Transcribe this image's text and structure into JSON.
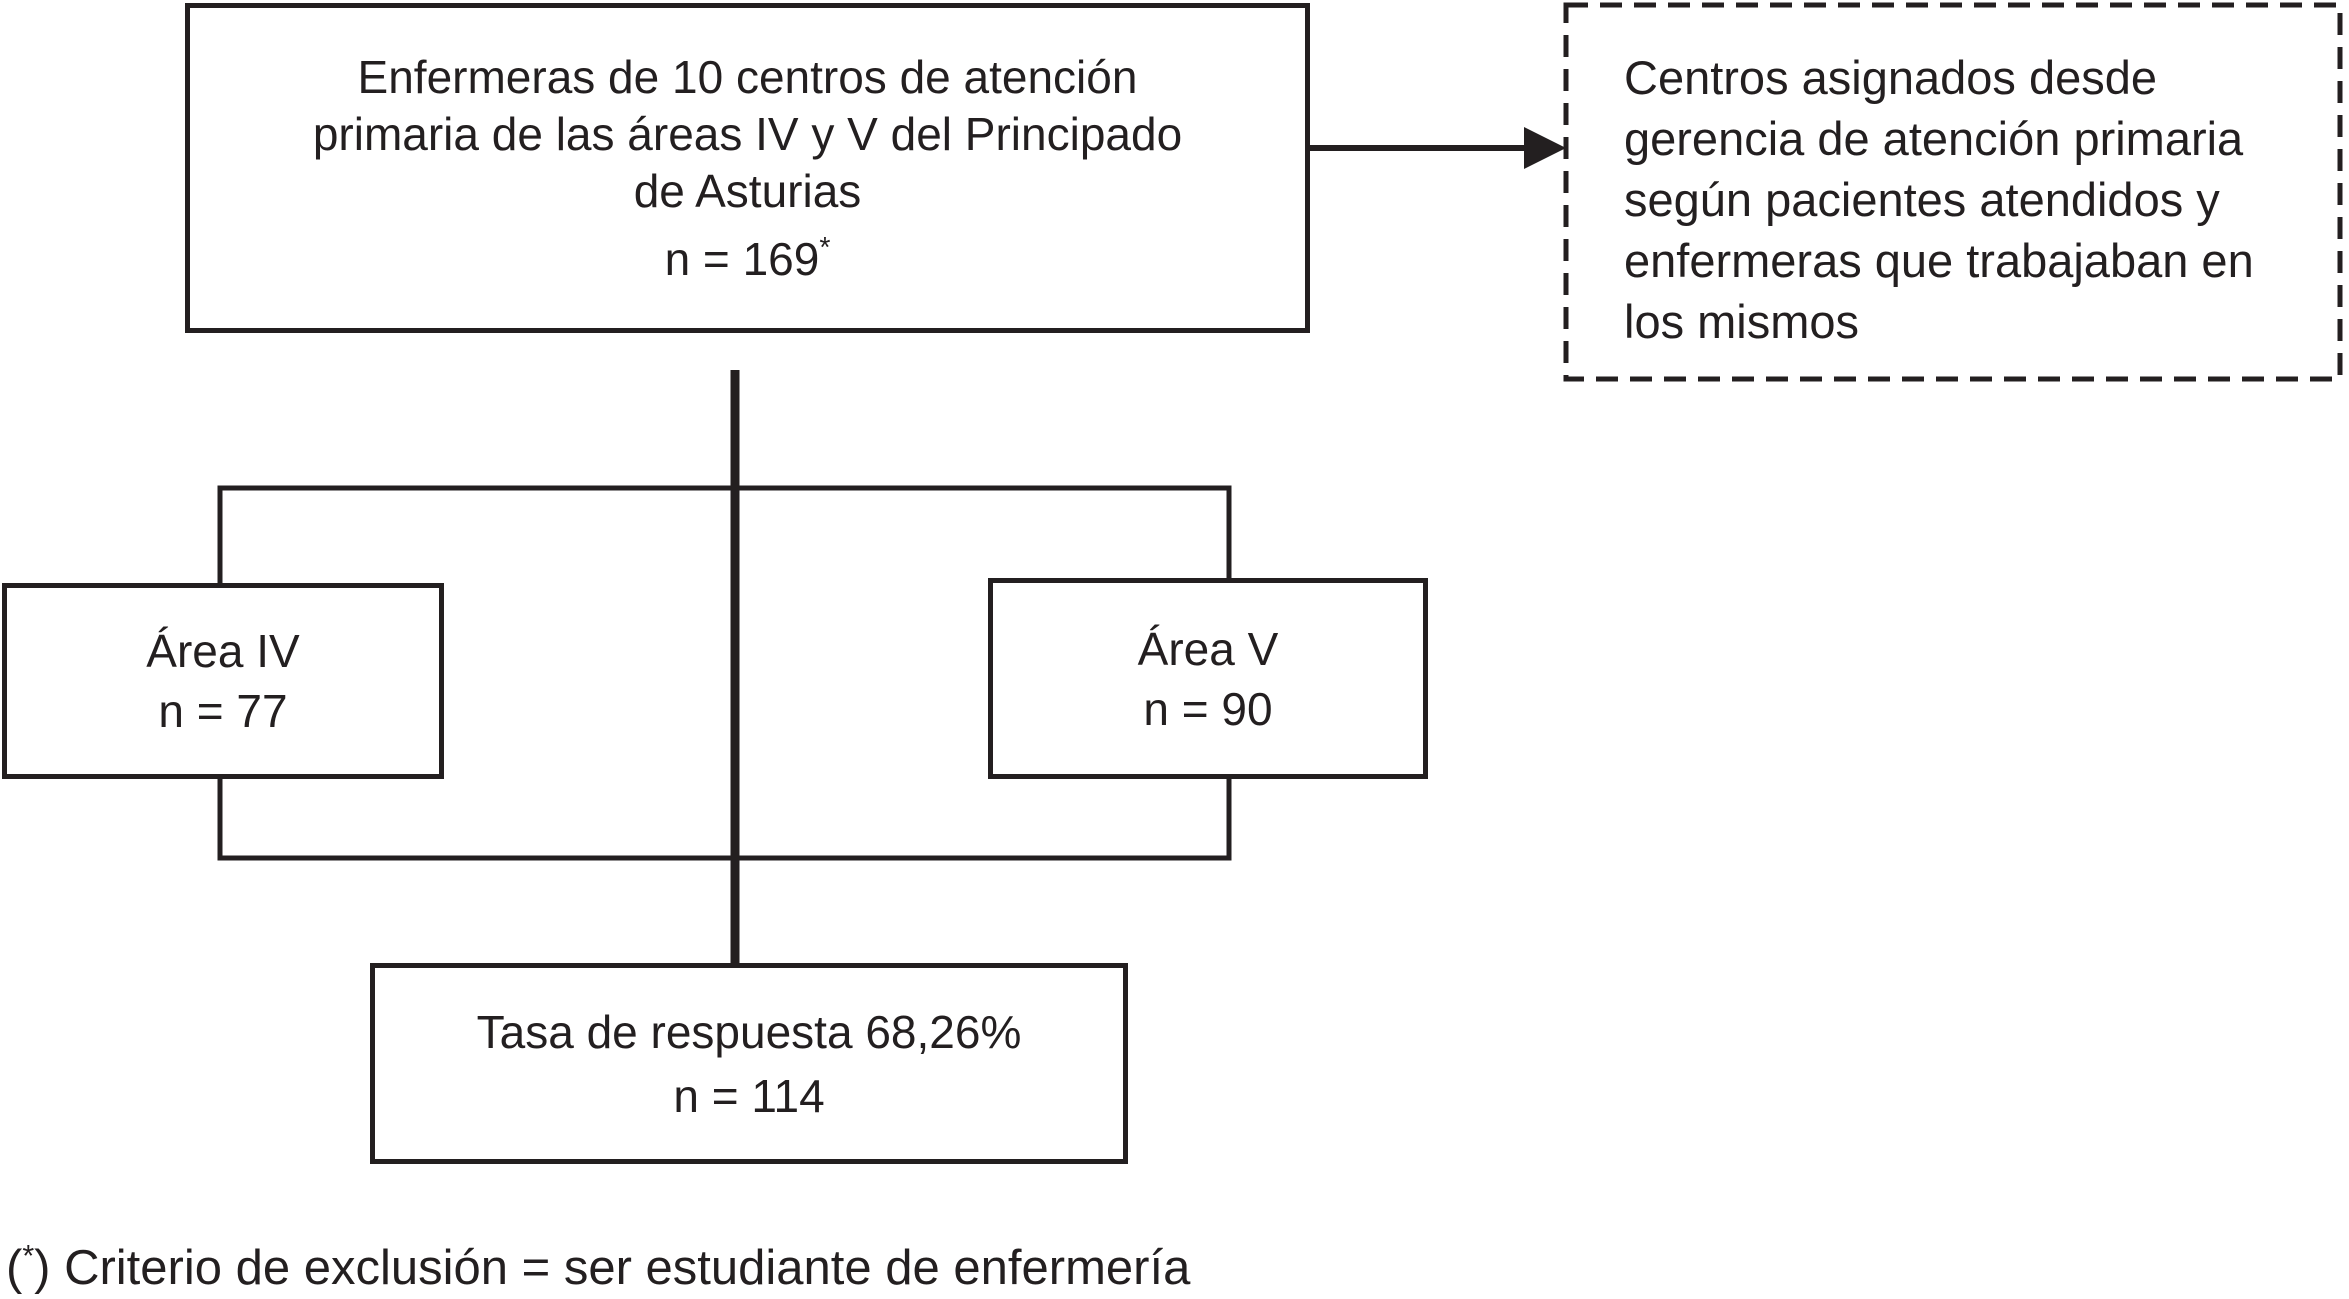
{
  "diagram": {
    "colors": {
      "ink": "#231f20",
      "background": "#ffffff"
    },
    "top_box": {
      "line1": "Enfermeras de 10 centros de atención",
      "line2": "primaria de las áreas IV y V del Principado",
      "line3": "de Asturias",
      "n_text": "n = 169",
      "n_superscript": "*"
    },
    "side_note_box": {
      "line1": "Centros asignados desde",
      "line2": "gerencia de atención primaria",
      "line3": "según pacientes atendidos y",
      "line4": "enfermeras que trabajaban en",
      "line5": "los mismos"
    },
    "area_iv_box": {
      "title": "Área IV",
      "n_text": "n = 77"
    },
    "area_v_box": {
      "title": "Área V",
      "n_text": "n = 90"
    },
    "response_box": {
      "line1": "Tasa de respuesta 68,26%",
      "line2": "n = 114"
    },
    "footnote": {
      "paren_open": "(",
      "asterisk": "*",
      "rest": ") Criterio de exclusión = ser estudiante de enfermería"
    }
  }
}
